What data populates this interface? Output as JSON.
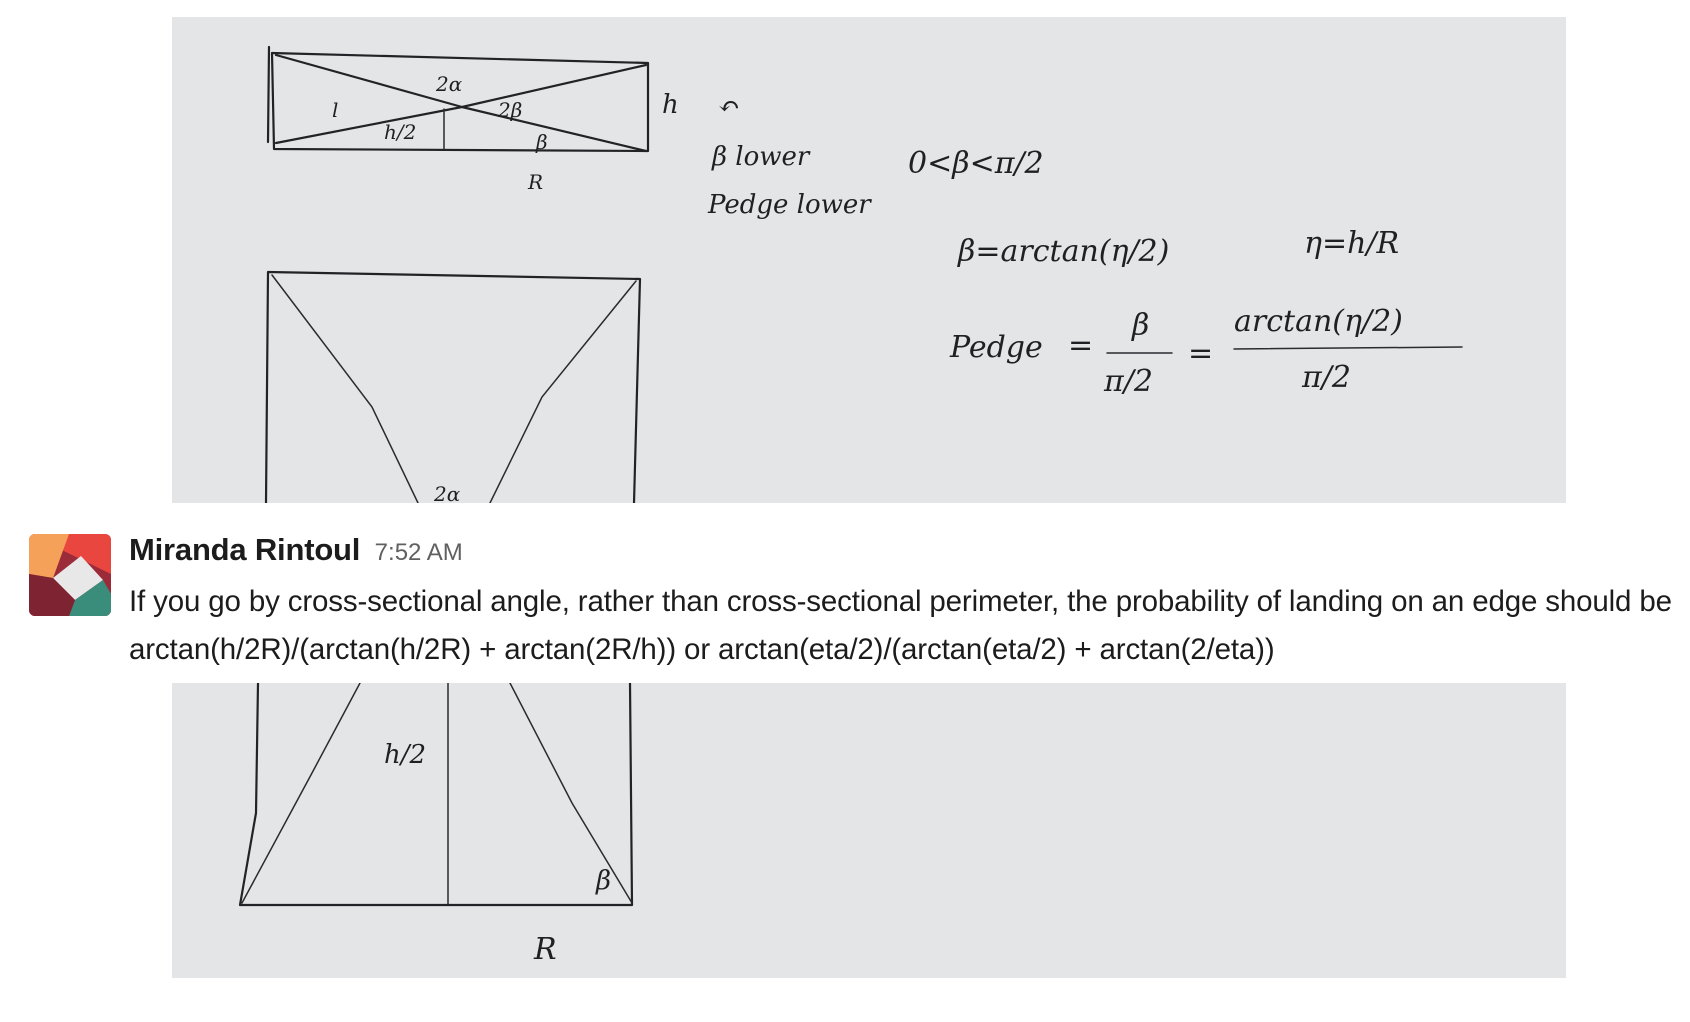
{
  "message": {
    "author": "Miranda Rintoul",
    "timestamp": "7:52 AM",
    "text": "If you go by cross-sectional angle, rather than cross-sectional perimeter, the probability of landing on an edge should be arctan(h/2R)/(arctan(h/2R) + arctan(2R/h)) or arctan(eta/2)/(arctan(eta/2) + arctan(2/eta))"
  },
  "avatar": {
    "icon": "workspace-avatar-icon",
    "colors": [
      "#f6a15a",
      "#e9463f",
      "#9c2b3a",
      "#e8e8e8",
      "#3a8c7b"
    ]
  },
  "image": {
    "background": "#e4e5e7",
    "top_labels": {
      "two_alpha": "2α",
      "l": "l",
      "two_beta": "2β",
      "h_half": "h/2",
      "beta": "β",
      "R": "R",
      "h": "h",
      "arrow": "↶",
      "beta_lower": "β lower",
      "pedge_lower": "Pedge lower",
      "range": "0<β<π/2",
      "beta_def": "β=arctan(η/2)",
      "eta_def": "η=h/R",
      "pedge": "Pedge",
      "eq1": "=",
      "beta_num": "β",
      "pi_half_1": "π/2",
      "eq2": "=",
      "arctan_num": "arctan(η/2)",
      "pi_half_2": "π/2",
      "two_alpha_b": "2α"
    },
    "bottom_labels": {
      "h_half": "h/2",
      "beta": "β",
      "R": "R"
    }
  }
}
